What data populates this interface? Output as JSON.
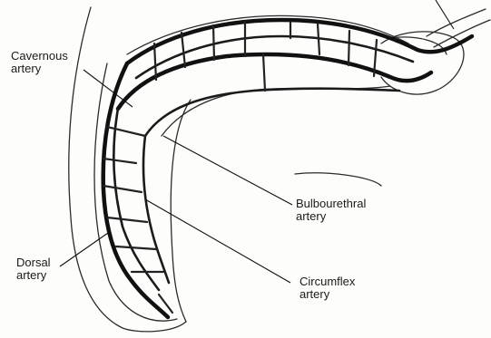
{
  "labels": {
    "cavernous_line1": "Cavernous",
    "cavernous_line2": "artery",
    "bulbourethral_line1": "Bulbourethral",
    "bulbourethral_line2": "artery",
    "dorsal_line1": "Dorsal",
    "dorsal_line2": "artery",
    "circumflex_line1": "Circumflex",
    "circumflex_line2": "artery"
  }
}
